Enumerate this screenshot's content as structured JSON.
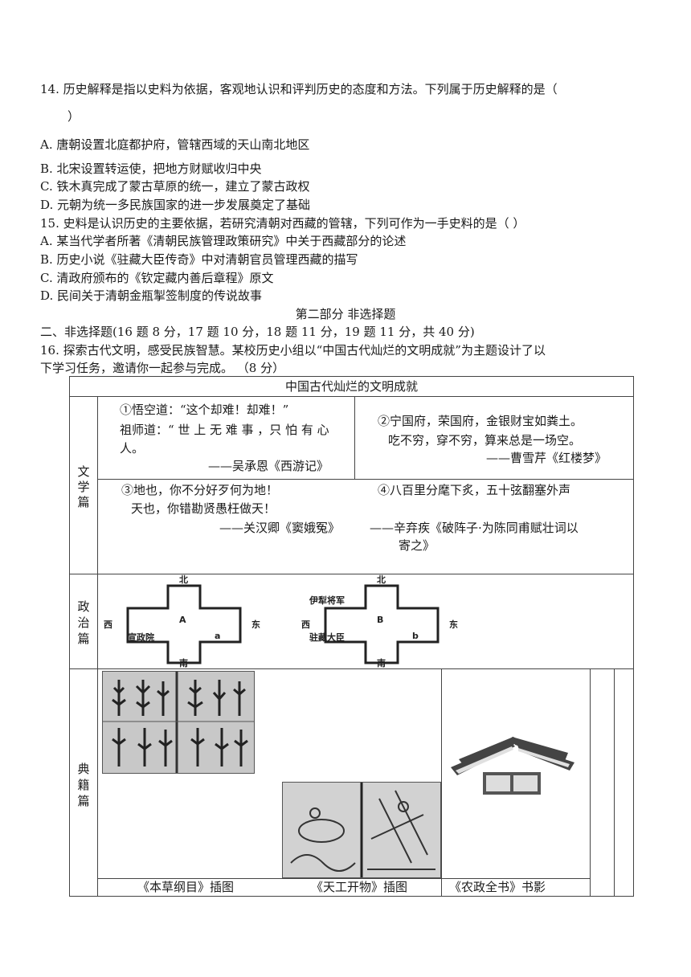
{
  "q14": {
    "stem": "14. 历史解释是指以史料为依据，客观地认识和评判历史的态度和方法。下列属于历史解释的是（",
    "stem_end": "）",
    "options": [
      "A. 唐朝设置北庭都护府，管辖西域的天山南北地区",
      "B. 北宋设置转运使，把地方财赋收归中央",
      "C. 铁木真完成了蒙古草原的统一，建立了蒙古政权",
      "D. 元朝为统一多民族国家的进一步发展奠定了基础"
    ]
  },
  "q15": {
    "stem": "15. 史料是认识历史的主要依据，若研究清朝对西藏的管辖，下列可作为一手史料的是（   ）",
    "options": [
      "A. 某当代学者所著《清朝民族管理政策研究》中关于西藏部分的论述",
      "B. 历史小说《驻藏大臣传奇》中对清朝官员管理西藏的描写",
      "C. 清政府颁布的《钦定藏内善后章程》原文",
      "D. 民间关于清朝金瓶掣签制度的传说故事"
    ]
  },
  "part2": {
    "title": "第二部分  非选择题",
    "heading": "二、非选择题(16 题 8 分，17 题 10 分，18 题 11 分，19 题 11 分，共 40 分)"
  },
  "q16": {
    "line1": "16. 探索古代文明，感受民族智慧。某校历史小组以“中国古代灿烂的文明成就”为主题设计了以",
    "line2": "下学习任务，邀请你一起参与完成。   （8 分）"
  },
  "table": {
    "title": "中国古代灿烂的文明成就",
    "literature": {
      "label": [
        "文",
        "学",
        "篇"
      ],
      "q1": [
        "①悟空道：“这个却难！却难！”",
        "祖师道：“ 世 上 无 难 事 ，只 怕 有 心",
        "人。",
        "——吴承恩《西游记》"
      ],
      "q2": [
        "②宁国府，荣国府，金银财宝如粪土。",
        "吃不穷，穿不穷，算来总是一场空。",
        "——曹雪芹《红楼梦》"
      ],
      "q3": [
        "③地也，你不分好歹何为地！",
        "天也，你错勘贤愚枉做天！",
        "——关汉卿《窦娥冤》"
      ],
      "q4": [
        "④八百里分麾下炙，五十弦翻塞外声",
        "——辛弃疾《破阵子·为陈同甫赋壮词以",
        "寄之》"
      ]
    },
    "politics": {
      "label": [
        "政",
        "治",
        "篇"
      ],
      "map1": {
        "north": "北",
        "south": "南",
        "west": "西",
        "east": "东",
        "center": "A",
        "corner": "宣政院",
        "sub": "a"
      },
      "map2": {
        "north": "北",
        "south": "南",
        "west": "西",
        "east": "东",
        "center": "B",
        "top": "伊犁将军",
        "corner": "驻藏大臣",
        "sub": "b"
      }
    },
    "classics": {
      "label": [
        "典",
        "籍",
        "篇"
      ],
      "captions": [
        "《本草纲目》插图",
        "《天工开物》插图",
        "《农政全书》书影"
      ]
    }
  }
}
